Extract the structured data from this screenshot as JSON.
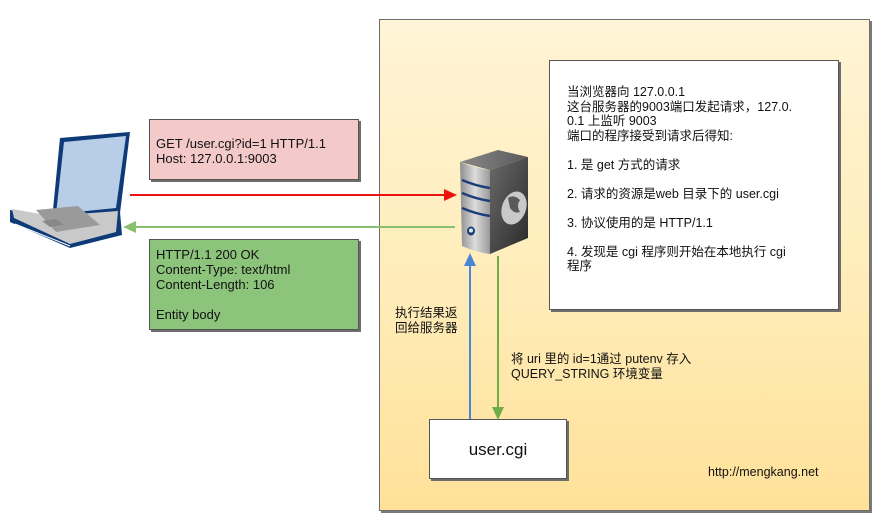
{
  "diagram": {
    "title": "CGI request flow between browser, web server and user.cgi",
    "nodes": {
      "client": {
        "label": "",
        "icon": "laptop-icon"
      },
      "server": {
        "label": "",
        "icon": "server-globe-icon"
      },
      "cgi_program": {
        "label": "user.cgi"
      }
    },
    "request_box": {
      "lines": [
        "GET /user.cgi?id=1 HTTP/1.1",
        "Host: 127.0.0.1:9003"
      ]
    },
    "response_box": {
      "lines": [
        "HTTP/1.1 200 OK",
        "Content-Type: text/html",
        "Content-Length: 106",
        "",
        "Entity body"
      ]
    },
    "info_box": {
      "lines": [
        "当浏览器向 127.0.0.1",
        "这台服务器的9003端口发起请求，127.0.",
        "0.1 上监听 9003",
        "端口的程序接受到请求后得知:",
        "",
        "1. 是 get 方式的请求",
        "",
        "2. 请求的资源是web 目录下的 user.cgi",
        "",
        "3. 协议使用的是 HTTP/1.1",
        "",
        "4. 发现是 cgi 程序则开始在本地执行 cgi",
        "程序"
      ]
    },
    "exec_result_label": {
      "lines": [
        "执行结果返",
        "回给服务器"
      ]
    },
    "env_label": {
      "lines": [
        "将 uri 里的 id=1通过 putenv 存入",
        "QUERY_STRING 环境变量"
      ]
    },
    "site_label": "http://mengkang.net",
    "edges": [
      {
        "from": "client",
        "to": "server",
        "meaning": "HTTP request",
        "color": "#ee1111"
      },
      {
        "from": "server",
        "to": "client",
        "meaning": "HTTP response",
        "color": "#88c070"
      },
      {
        "from": "server",
        "to": "cgi_program",
        "meaning": "putenv QUERY_STRING and execute",
        "color": "#70ad47"
      },
      {
        "from": "cgi_program",
        "to": "server",
        "meaning": "return result",
        "color": "#4a86d8"
      }
    ],
    "colors": {
      "request_box": "#f4c9c9",
      "response_box": "#8dc47b",
      "server_zone_top": "#fff4d6",
      "server_zone_bottom": "#ffe199"
    }
  }
}
